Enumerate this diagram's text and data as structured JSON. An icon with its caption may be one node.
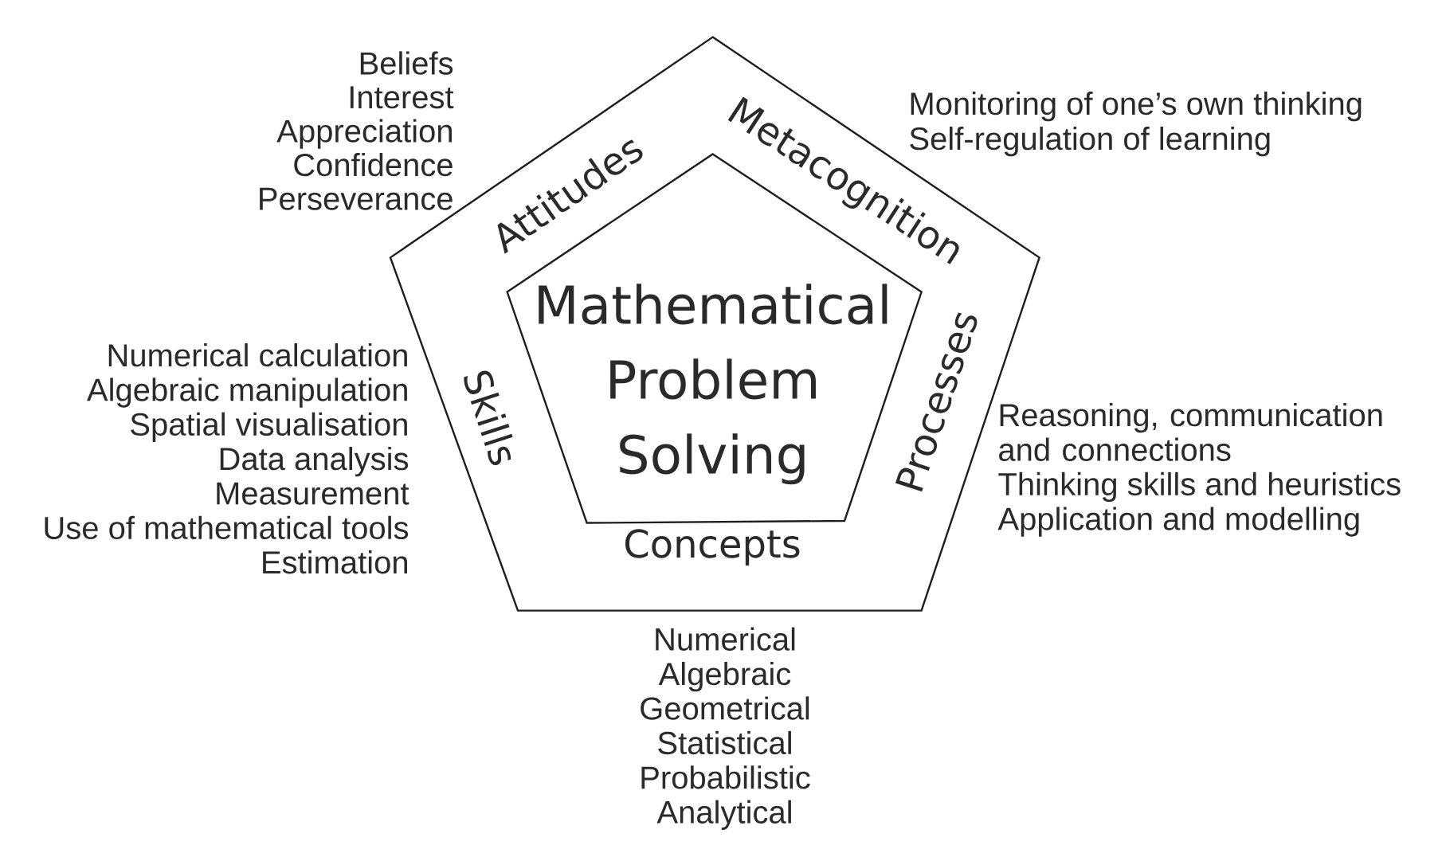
{
  "diagram": {
    "nodes": [
      {
        "text": [
          "Attitudes",
          "Metacognition",
          "Skills",
          "Processes",
          "Concepts"
        ]
      },
      {
        "text": [
          "Mathematical Problem Solving"
        ],
        "in": 0
      }
    ],
    "labels": [
      "Beliefs",
      "Interest",
      "Appreciation",
      "Confidence",
      "Perseverance",
      "Monitoring of one’s own thinking",
      "Self-regulation of learning",
      "Numerical calculation",
      "Algebraic manipulation",
      "Spatial visualisation",
      "Data analysis",
      "Measurement",
      "Use of mathematical tools",
      "Estimation",
      "Reasoning, communication and connections",
      "Thinking skills and heuristics",
      "Application and modelling",
      "Numerical",
      "Algebraic",
      "Geometrical",
      "Statistical",
      "Probabilistic",
      "Analytical"
    ]
  }
}
